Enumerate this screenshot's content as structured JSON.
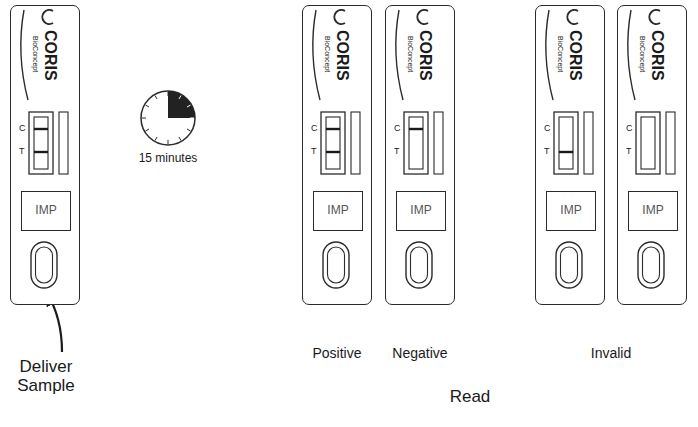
{
  "diagram": {
    "nodes": [
      {
        "text": [
          "CORIS",
          "BioConcept"
        ]
      },
      {
        "text": [
          "IMP"
        ],
        "in": 0
      },
      {
        "text": [
          "CORIS",
          "BioConcept"
        ]
      },
      {
        "text": [
          "IMP"
        ],
        "in": 2
      },
      {
        "text": [
          "CORIS",
          "BioConcept"
        ]
      },
      {
        "text": [
          "IMP"
        ],
        "in": 4
      },
      {
        "text": [
          "CORIS",
          "BioConcept"
        ]
      },
      {
        "text": [
          "IMP"
        ],
        "in": 6
      },
      {
        "text": [
          "CORIS",
          "BioConcept"
        ]
      },
      {
        "text": [
          "IMP"
        ],
        "in": 8
      }
    ],
    "labels": [
      "C",
      "T",
      "15 minutes",
      "C",
      "T",
      "C",
      "T",
      "C",
      "T",
      "C",
      "T",
      "Deliver Sample",
      "Positive",
      "Negative",
      "Read",
      "Invalid"
    ]
  }
}
